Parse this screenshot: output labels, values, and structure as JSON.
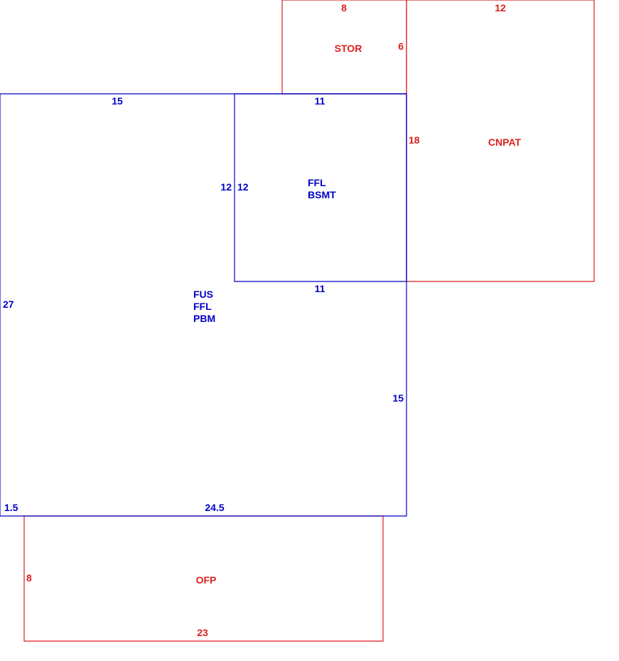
{
  "colors": {
    "main": "#0000c8",
    "accessory": "#dc1e1e"
  },
  "areas": {
    "stor": {
      "name": "STOR",
      "top": "8",
      "right": "6"
    },
    "cnpat": {
      "name": "CNPAT",
      "top": "12",
      "left": "18"
    },
    "bsmt": {
      "name_line1": "FFL",
      "name_line2": "BSMT",
      "top": "11",
      "left": "12",
      "bottom": "11"
    },
    "main": {
      "name_line1": "FUS",
      "name_line2": "FFL",
      "name_line3": "PBM",
      "top": "15",
      "left": "27",
      "right": "15",
      "bottom": "24.5",
      "offset": "1.5",
      "inner": "12"
    },
    "ofp": {
      "name": "OFP",
      "left": "8",
      "bottom": "23"
    }
  }
}
